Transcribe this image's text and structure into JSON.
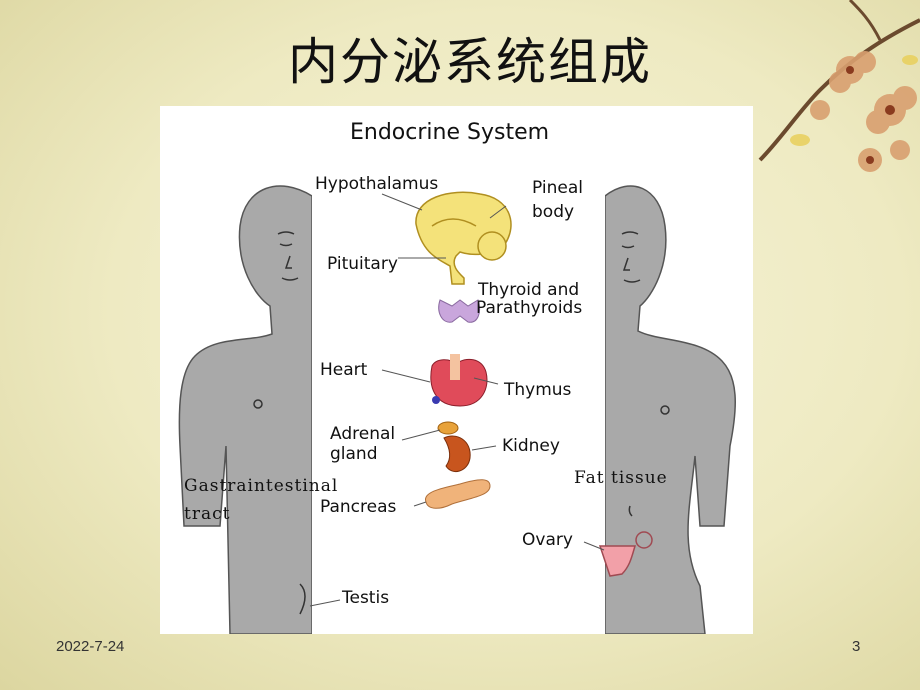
{
  "slide": {
    "title": "内分泌系统组成",
    "date": "2022-7-24",
    "page_number": "3"
  },
  "figure": {
    "title": "Endocrine System",
    "labels": {
      "hypothalamus": "Hypothalamus",
      "pineal_line1": "Pineal",
      "pineal_line2": "body",
      "pituitary": "Pituitary",
      "thyroid_line1": "Thyroid and",
      "thyroid_line2": "Parathyroids",
      "heart": "Heart",
      "thymus": "Thymus",
      "adrenal_line1": "Adrenal",
      "adrenal_line2": "gland",
      "kidney": "Kidney",
      "pancreas": "Pancreas",
      "ovary": "Ovary",
      "testis": "Testis"
    },
    "annotations": {
      "gi_line1": "Gastraintestinal",
      "gi_line2": "tract",
      "fat": "Fat tissue"
    }
  },
  "colors": {
    "background": "#eeeac2",
    "body_silhouette": "#a9a9a9",
    "brain": "#f4e27a",
    "thyroid": "#c9a6dc",
    "heart": "#e04b5a",
    "kidney": "#c8551e",
    "adrenal": "#e8a23a",
    "pancreas": "#f0b37a",
    "ovary": "#f2a0a8"
  }
}
